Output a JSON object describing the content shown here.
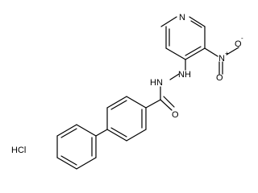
{
  "molecule": {
    "atoms": {
      "ring_nitrogen": "N",
      "nitro_nitrogen": "N",
      "nitro_plus": "+",
      "nitro_oxygen_double": "O",
      "nitro_oxygen_single": "O",
      "nitro_minus": "-",
      "hydrazine_nh_upper": "NH",
      "hydrazine_hn_lower": "HN",
      "carbonyl_oxygen": "O"
    },
    "counterion": "HCl"
  }
}
